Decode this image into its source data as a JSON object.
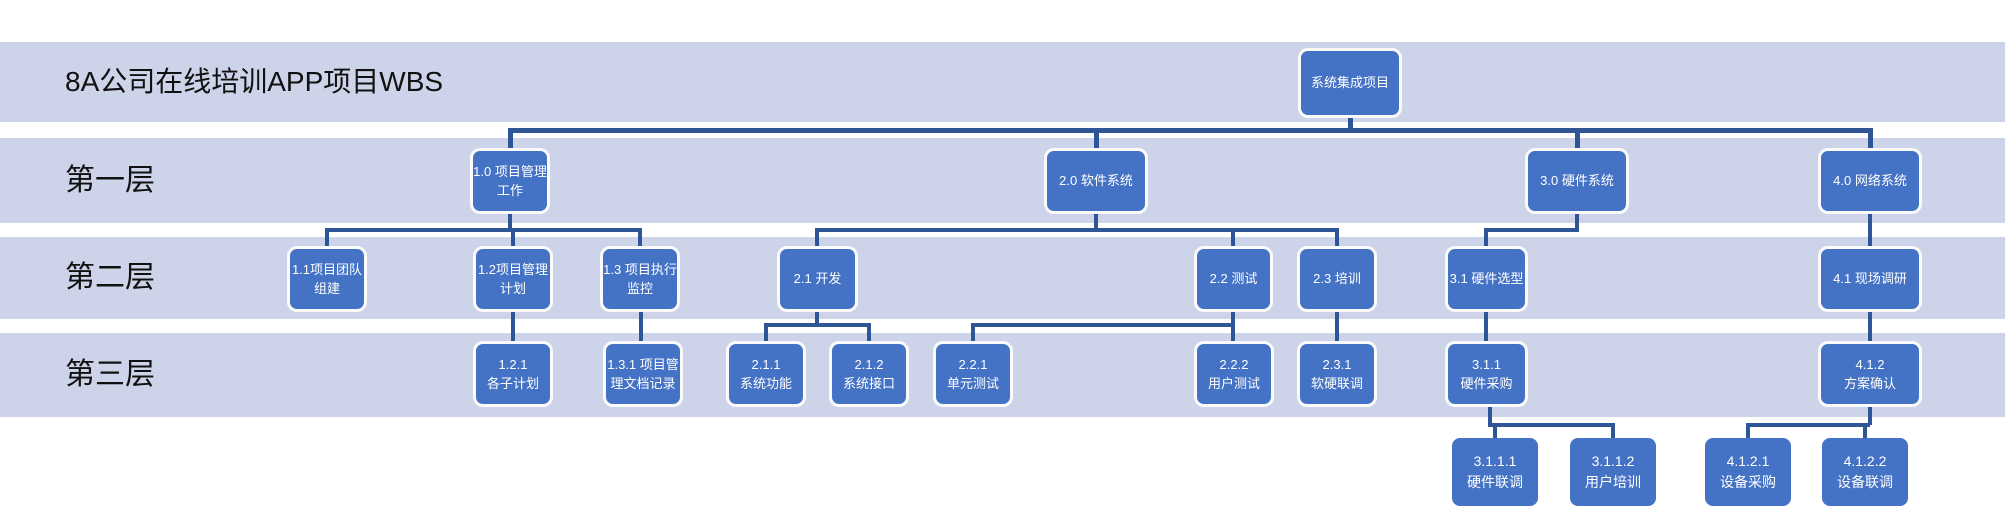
{
  "title": "8A公司在线培训APP项目WBS",
  "row_labels": {
    "level1": "第一层",
    "level2": "第二层",
    "level3": "第三层"
  },
  "colors": {
    "band_background": "#CDD3E9",
    "node_fill": "#4472C4",
    "node_border": "#FBFBFC",
    "node_text": "#FFFFFF",
    "connector": "#2E5697",
    "label_text": "#111111"
  },
  "nodes": {
    "root": {
      "lines": [
        "系统集成项目"
      ],
      "parent": null
    },
    "n1_0": {
      "lines": [
        "1.0 项目管理",
        "工作"
      ],
      "parent": "root"
    },
    "n2_0": {
      "lines": [
        "2.0 软件系统"
      ],
      "parent": "root"
    },
    "n3_0": {
      "lines": [
        "3.0 硬件系统"
      ],
      "parent": "root"
    },
    "n4_0": {
      "lines": [
        "4.0 网络系统"
      ],
      "parent": "root"
    },
    "n1_1": {
      "lines": [
        "1.1项目团队",
        "组建"
      ],
      "parent": "n1_0"
    },
    "n1_2": {
      "lines": [
        "1.2项目管理",
        "计划"
      ],
      "parent": "n1_0"
    },
    "n1_3": {
      "lines": [
        "1.3 项目执行",
        "监控"
      ],
      "parent": "n1_0"
    },
    "n2_1": {
      "lines": [
        "2.1 开发"
      ],
      "parent": "n2_0"
    },
    "n2_2": {
      "lines": [
        "2.2 测试"
      ],
      "parent": "n2_0"
    },
    "n2_3": {
      "lines": [
        "2.3 培训"
      ],
      "parent": "n2_0"
    },
    "n3_1": {
      "lines": [
        "3.1 硬件选型"
      ],
      "parent": "n3_0"
    },
    "n4_1": {
      "lines": [
        "4.1 现场调研"
      ],
      "parent": "n4_0"
    },
    "n1_2_1": {
      "lines": [
        "1.2.1",
        "各子计划"
      ],
      "parent": "n1_2"
    },
    "n1_3_1": {
      "lines": [
        "1.3.1 项目管",
        "理文档记录"
      ],
      "parent": "n1_3"
    },
    "n2_1_1": {
      "lines": [
        "2.1.1",
        "系统功能"
      ],
      "parent": "n2_1"
    },
    "n2_1_2": {
      "lines": [
        "2.1.2",
        "系统接口"
      ],
      "parent": "n2_1"
    },
    "n2_2_1": {
      "lines": [
        "2.2.1",
        "单元测试"
      ],
      "parent": "n2_2"
    },
    "n2_2_2": {
      "lines": [
        "2.2.2",
        "用户测试"
      ],
      "parent": "n2_2"
    },
    "n2_3_1": {
      "lines": [
        "2.3.1",
        "软硬联调"
      ],
      "parent": "n2_3"
    },
    "n3_1_1": {
      "lines": [
        "3.1.1",
        "硬件采购"
      ],
      "parent": "n3_1"
    },
    "n4_1_2": {
      "lines": [
        "4.1.2",
        "方案确认"
      ],
      "parent": "n4_1"
    },
    "n3_1_1_1": {
      "lines": [
        "3.1.1.1",
        "硬件联调"
      ],
      "parent": "n3_1_1"
    },
    "n3_1_1_2": {
      "lines": [
        "3.1.1.2",
        "用户培训"
      ],
      "parent": "n3_1_1"
    },
    "n4_1_2_1": {
      "lines": [
        "4.1.2.1",
        "设备采购"
      ],
      "parent": "n4_1_2"
    },
    "n4_1_2_2": {
      "lines": [
        "4.1.2.2",
        "设备联调"
      ],
      "parent": "n4_1_2"
    }
  }
}
